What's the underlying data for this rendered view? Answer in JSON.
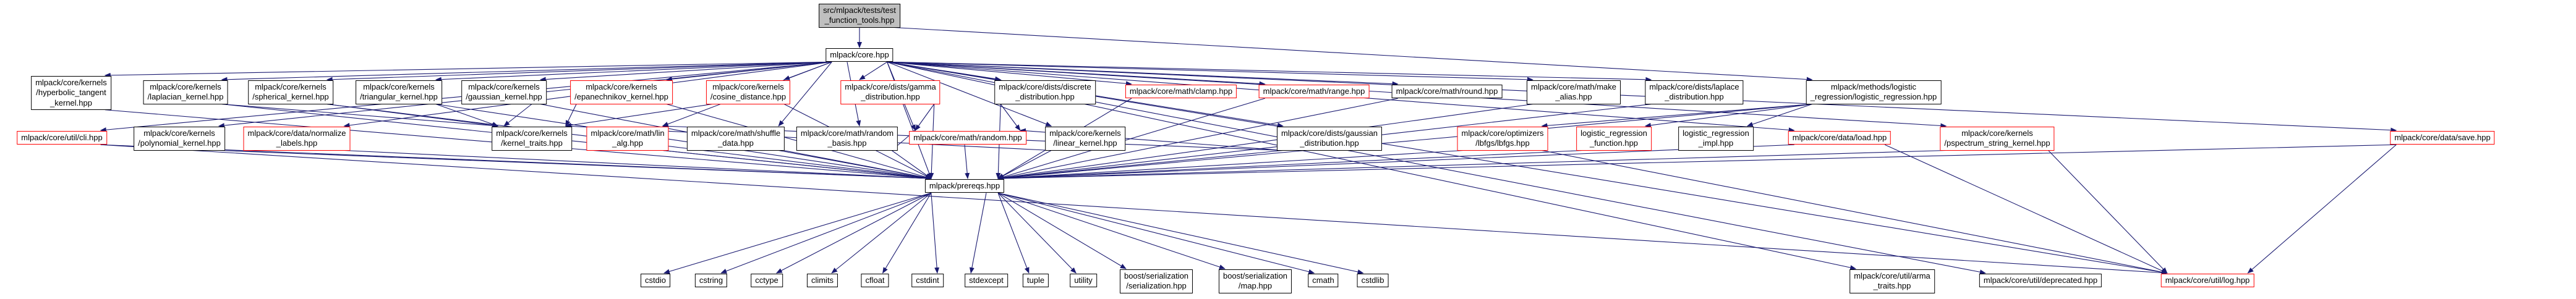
{
  "graph": {
    "kind": "include-dependency-graph",
    "colors": {
      "edge": "#191970",
      "node_border": "#000000",
      "truncated_node_border": "#ff0000",
      "main_node_fill": "#bfbfbf",
      "background": "#ffffff"
    },
    "nodes": {
      "main": {
        "label": "src/mlpack/tests/test\n_function_tools.hpp",
        "truncated": false,
        "is_root": true
      },
      "core": {
        "label": "mlpack/core.hpp",
        "truncated": false
      },
      "hyperbolic": {
        "label": "mlpack/core/kernels\n/hyperbolic_tangent\n_kernel.hpp",
        "truncated": false
      },
      "laplacian": {
        "label": "mlpack/core/kernels\n/laplacian_kernel.hpp",
        "truncated": false
      },
      "cli": {
        "label": "mlpack/core/util/cli.hpp",
        "truncated": true
      },
      "polynomial": {
        "label": "mlpack/core/kernels\n/polynomial_kernel.hpp",
        "truncated": false
      },
      "spherical": {
        "label": "mlpack/core/kernels\n/spherical_kernel.hpp",
        "truncated": false
      },
      "normalize": {
        "label": "mlpack/core/data/normalize\n_labels.hpp",
        "truncated": true
      },
      "triangular": {
        "label": "mlpack/core/kernels\n/triangular_kernel.hpp",
        "truncated": false
      },
      "gaussian_kernel": {
        "label": "mlpack/core/kernels\n/gaussian_kernel.hpp",
        "truncated": false
      },
      "epanechnikov": {
        "label": "mlpack/core/kernels\n/epanechnikov_kernel.hpp",
        "truncated": true
      },
      "kernel_traits": {
        "label": "mlpack/core/kernels\n/kernel_traits.hpp",
        "truncated": false
      },
      "cosine": {
        "label": "mlpack/core/kernels\n/cosine_distance.hpp",
        "truncated": true
      },
      "lin_alg": {
        "label": "mlpack/core/math/lin\n_alg.hpp",
        "truncated": true
      },
      "shuffle": {
        "label": "mlpack/core/math/shuffle\n_data.hpp",
        "truncated": false
      },
      "gamma": {
        "label": "mlpack/core/dists/gamma\n_distribution.hpp",
        "truncated": true
      },
      "random_basis": {
        "label": "mlpack/core/math/random\n_basis.hpp",
        "truncated": false
      },
      "random": {
        "label": "mlpack/core/math/random.hpp",
        "truncated": true
      },
      "discrete": {
        "label": "mlpack/core/dists/discrete\n_distribution.hpp",
        "truncated": false
      },
      "linear": {
        "label": "mlpack/core/kernels\n/linear_kernel.hpp",
        "truncated": false
      },
      "clamp": {
        "label": "mlpack/core/math/clamp.hpp",
        "truncated": true
      },
      "range": {
        "label": "mlpack/core/math/range.hpp",
        "truncated": true
      },
      "round": {
        "label": "mlpack/core/math/round.hpp",
        "truncated": false
      },
      "make_alias": {
        "label": "mlpack/core/math/make\n_alias.hpp",
        "truncated": false
      },
      "laplace": {
        "label": "mlpack/core/dists/laplace\n_distribution.hpp",
        "truncated": false
      },
      "gaussian_dist": {
        "label": "mlpack/core/dists/gaussian\n_distribution.hpp",
        "truncated": false
      },
      "lbfgs": {
        "label": "mlpack/core/optimizers\n/lbfgs/lbfgs.hpp",
        "truncated": true
      },
      "logreg": {
        "label": "mlpack/methods/logistic\n_regression/logistic_regression.hpp",
        "truncated": false
      },
      "logreg_func": {
        "label": "logistic_regression\n_function.hpp",
        "truncated": true
      },
      "logreg_impl": {
        "label": "logistic_regression\n_impl.hpp",
        "truncated": false
      },
      "load": {
        "label": "mlpack/core/data/load.hpp",
        "truncated": true
      },
      "pspectrum": {
        "label": "mlpack/core/kernels\n/pspectrum_string_kernel.hpp",
        "truncated": true
      },
      "save": {
        "label": "mlpack/core/data/save.hpp",
        "truncated": true
      },
      "prereqs": {
        "label": "mlpack/prereqs.hpp",
        "truncated": false
      },
      "cstdio": {
        "label": "cstdio",
        "truncated": false
      },
      "cstring": {
        "label": "cstring",
        "truncated": false
      },
      "cctype": {
        "label": "cctype",
        "truncated": false
      },
      "climits": {
        "label": "climits",
        "truncated": false
      },
      "cfloat": {
        "label": "cfloat",
        "truncated": false
      },
      "cstdint": {
        "label": "cstdint",
        "truncated": false
      },
      "stdexcept": {
        "label": "stdexcept",
        "truncated": false
      },
      "tuple": {
        "label": "tuple",
        "truncated": false
      },
      "utility": {
        "label": "utility",
        "truncated": false
      },
      "boost_ser": {
        "label": "boost/serialization\n/serialization.hpp",
        "truncated": false
      },
      "boost_map": {
        "label": "boost/serialization\n/map.hpp",
        "truncated": false
      },
      "cmath": {
        "label": "cmath",
        "truncated": false
      },
      "cstdlib": {
        "label": "cstdlib",
        "truncated": false
      },
      "arma_traits": {
        "label": "mlpack/core/util/arma\n_traits.hpp",
        "truncated": false
      },
      "deprecated": {
        "label": "mlpack/core/util/deprecated.hpp",
        "truncated": false
      },
      "log": {
        "label": "mlpack/core/util/log.hpp",
        "truncated": true
      }
    },
    "edges": [
      [
        "main",
        "core"
      ],
      [
        "main",
        "logreg"
      ],
      [
        "core",
        "hyperbolic"
      ],
      [
        "core",
        "laplacian"
      ],
      [
        "core",
        "cli"
      ],
      [
        "core",
        "polynomial"
      ],
      [
        "core",
        "spherical"
      ],
      [
        "core",
        "normalize"
      ],
      [
        "core",
        "triangular"
      ],
      [
        "core",
        "gaussian_kernel"
      ],
      [
        "core",
        "epanechnikov"
      ],
      [
        "core",
        "cosine"
      ],
      [
        "core",
        "lin_alg"
      ],
      [
        "core",
        "shuffle"
      ],
      [
        "core",
        "gamma"
      ],
      [
        "core",
        "random_basis"
      ],
      [
        "core",
        "random"
      ],
      [
        "core",
        "discrete"
      ],
      [
        "core",
        "linear"
      ],
      [
        "core",
        "clamp"
      ],
      [
        "core",
        "range"
      ],
      [
        "core",
        "round"
      ],
      [
        "core",
        "make_alias"
      ],
      [
        "core",
        "laplace"
      ],
      [
        "core",
        "gaussian_dist"
      ],
      [
        "core",
        "load"
      ],
      [
        "core",
        "save"
      ],
      [
        "core",
        "pspectrum"
      ],
      [
        "core",
        "prereqs"
      ],
      [
        "core",
        "arma_traits"
      ],
      [
        "core",
        "deprecated"
      ],
      [
        "core",
        "log"
      ],
      [
        "laplacian",
        "kernel_traits"
      ],
      [
        "spherical",
        "kernel_traits"
      ],
      [
        "triangular",
        "kernel_traits"
      ],
      [
        "gaussian_kernel",
        "kernel_traits"
      ],
      [
        "epanechnikov",
        "kernel_traits"
      ],
      [
        "cosine",
        "kernel_traits"
      ],
      [
        "linear",
        "kernel_traits"
      ],
      [
        "hyperbolic",
        "prereqs"
      ],
      [
        "laplacian",
        "prereqs"
      ],
      [
        "polynomial",
        "prereqs"
      ],
      [
        "spherical",
        "prereqs"
      ],
      [
        "triangular",
        "prereqs"
      ],
      [
        "gaussian_kernel",
        "prereqs"
      ],
      [
        "epanechnikov",
        "prereqs"
      ],
      [
        "cosine",
        "prereqs"
      ],
      [
        "linear",
        "prereqs"
      ],
      [
        "pspectrum",
        "prereqs"
      ],
      [
        "cli",
        "prereqs"
      ],
      [
        "normalize",
        "prereqs"
      ],
      [
        "lin_alg",
        "prereqs"
      ],
      [
        "shuffle",
        "prereqs"
      ],
      [
        "gamma",
        "prereqs"
      ],
      [
        "random_basis",
        "prereqs"
      ],
      [
        "random",
        "prereqs"
      ],
      [
        "discrete",
        "prereqs"
      ],
      [
        "clamp",
        "prereqs"
      ],
      [
        "range",
        "prereqs"
      ],
      [
        "round",
        "prereqs"
      ],
      [
        "make_alias",
        "prereqs"
      ],
      [
        "laplace",
        "prereqs"
      ],
      [
        "gaussian_dist",
        "prereqs"
      ],
      [
        "lbfgs",
        "prereqs"
      ],
      [
        "logreg_func",
        "prereqs"
      ],
      [
        "logreg",
        "prereqs"
      ],
      [
        "load",
        "prereqs"
      ],
      [
        "save",
        "prereqs"
      ],
      [
        "gamma",
        "random"
      ],
      [
        "discrete",
        "random"
      ],
      [
        "random_basis",
        "random"
      ],
      [
        "gaussian_dist",
        "random"
      ],
      [
        "gaussian_dist",
        "lin_alg"
      ],
      [
        "load",
        "log"
      ],
      [
        "save",
        "log"
      ],
      [
        "pspectrum",
        "log"
      ],
      [
        "lbfgs",
        "log"
      ],
      [
        "cli",
        "log"
      ],
      [
        "logreg",
        "logreg_func"
      ],
      [
        "logreg",
        "logreg_impl"
      ],
      [
        "logreg",
        "lbfgs"
      ],
      [
        "prereqs",
        "cstdio"
      ],
      [
        "prereqs",
        "cstring"
      ],
      [
        "prereqs",
        "cctype"
      ],
      [
        "prereqs",
        "climits"
      ],
      [
        "prereqs",
        "cfloat"
      ],
      [
        "prereqs",
        "cstdint"
      ],
      [
        "prereqs",
        "stdexcept"
      ],
      [
        "prereqs",
        "tuple"
      ],
      [
        "prereqs",
        "utility"
      ],
      [
        "prereqs",
        "boost_ser"
      ],
      [
        "prereqs",
        "boost_map"
      ],
      [
        "prereqs",
        "cmath"
      ],
      [
        "prereqs",
        "cstdlib"
      ]
    ]
  }
}
